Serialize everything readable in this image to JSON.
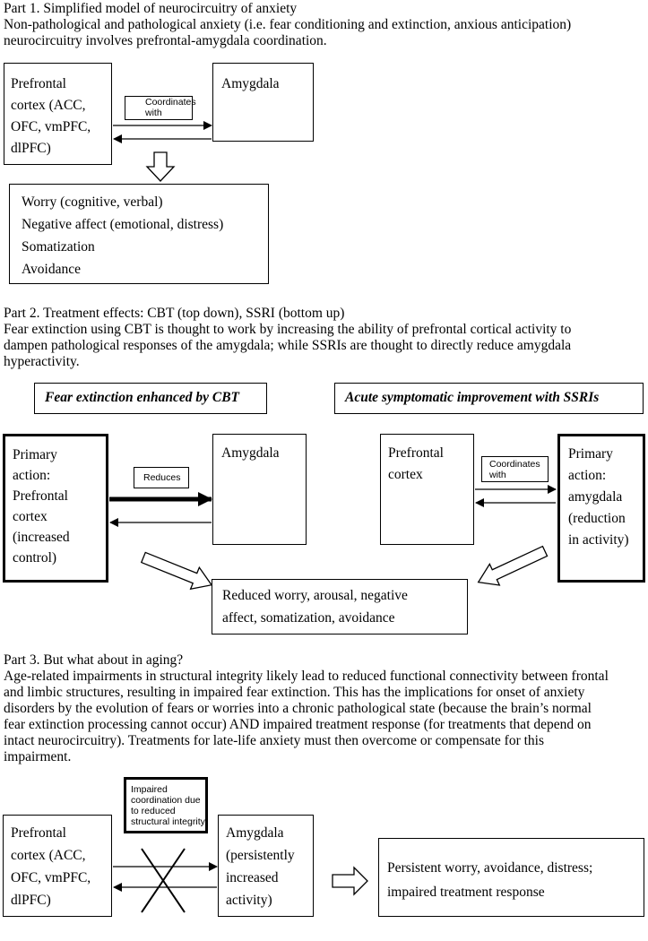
{
  "part1": {
    "heading": "Part 1. Simplified model of neurocircuitry of anxiety",
    "desc_line1": "Non-pathological and pathological anxiety (i.e. fear conditioning and extinction, anxious anticipation)",
    "desc_line2": "neurocircuitry involves prefrontal-amygdala coordination.",
    "prefrontal_lines": [
      "Prefrontal",
      "cortex (ACC,",
      "OFC, vmPFC,",
      "dlPFC)"
    ],
    "amygdala": "Amygdala",
    "arrow_label_lines": [
      "Coordinates",
      "with"
    ],
    "outcome_lines": [
      "Worry (cognitive, verbal)",
      "Negative affect (emotional, distress)",
      "Somatization",
      "Avoidance"
    ]
  },
  "part2": {
    "heading": "Part 2. Treatment effects: CBT (top down), SSRI (bottom up)",
    "desc_line1": "Fear extinction using CBT is thought to work by increasing the ability of prefrontal cortical activity to",
    "desc_line2": "dampen pathological responses of the amygdala; while SSRIs are thought to directly reduce amygdala",
    "desc_line3": "hyperactivity.",
    "cbt_title": "Fear extinction enhanced by CBT",
    "ssri_title": "Acute symptomatic improvement with SSRIs",
    "cbt_primary_lines": [
      "Primary",
      "action:",
      "Prefrontal",
      "cortex",
      "(increased",
      "control)"
    ],
    "cbt_amygdala": "Amygdala",
    "cbt_arrow_label": "Reduces",
    "ssri_prefrontal_lines": [
      "Prefrontal",
      "cortex"
    ],
    "ssri_arrow_label_lines": [
      "Coordinates",
      "with"
    ],
    "ssri_primary_lines": [
      "Primary",
      "action:",
      "amygdala",
      "(reduction",
      "in activity)"
    ],
    "outcome_lines": [
      "Reduced worry, arousal, negative",
      "affect, somatization, avoidance"
    ]
  },
  "part3": {
    "heading": "Part 3. But what about in aging?",
    "desc_lines": [
      "Age-related impairments in structural integrity likely lead to reduced functional connectivity between frontal",
      "and limbic structures, resulting in impaired fear extinction. This has the implications for onset of anxiety",
      "disorders by the evolution of fears or worries into a chronic pathological state (because the brain’s normal",
      "fear extinction processing cannot occur) AND impaired treatment response (for treatments that depend on",
      "intact neurocircuitry). Treatments for late-life anxiety must then overcome or compensate for this",
      "impairment."
    ],
    "prefrontal_lines": [
      "Prefrontal",
      "cortex (ACC,",
      "OFC, vmPFC,",
      "dlPFC)"
    ],
    "impaired_lines": [
      "Impaired",
      "coordination due",
      "to reduced",
      "structural integrity"
    ],
    "amygdala_lines": [
      "Amygdala",
      "(persistently",
      "increased",
      "activity)"
    ],
    "outcome_lines": [
      "Persistent worry, avoidance, distress;",
      "impaired treatment response"
    ]
  }
}
